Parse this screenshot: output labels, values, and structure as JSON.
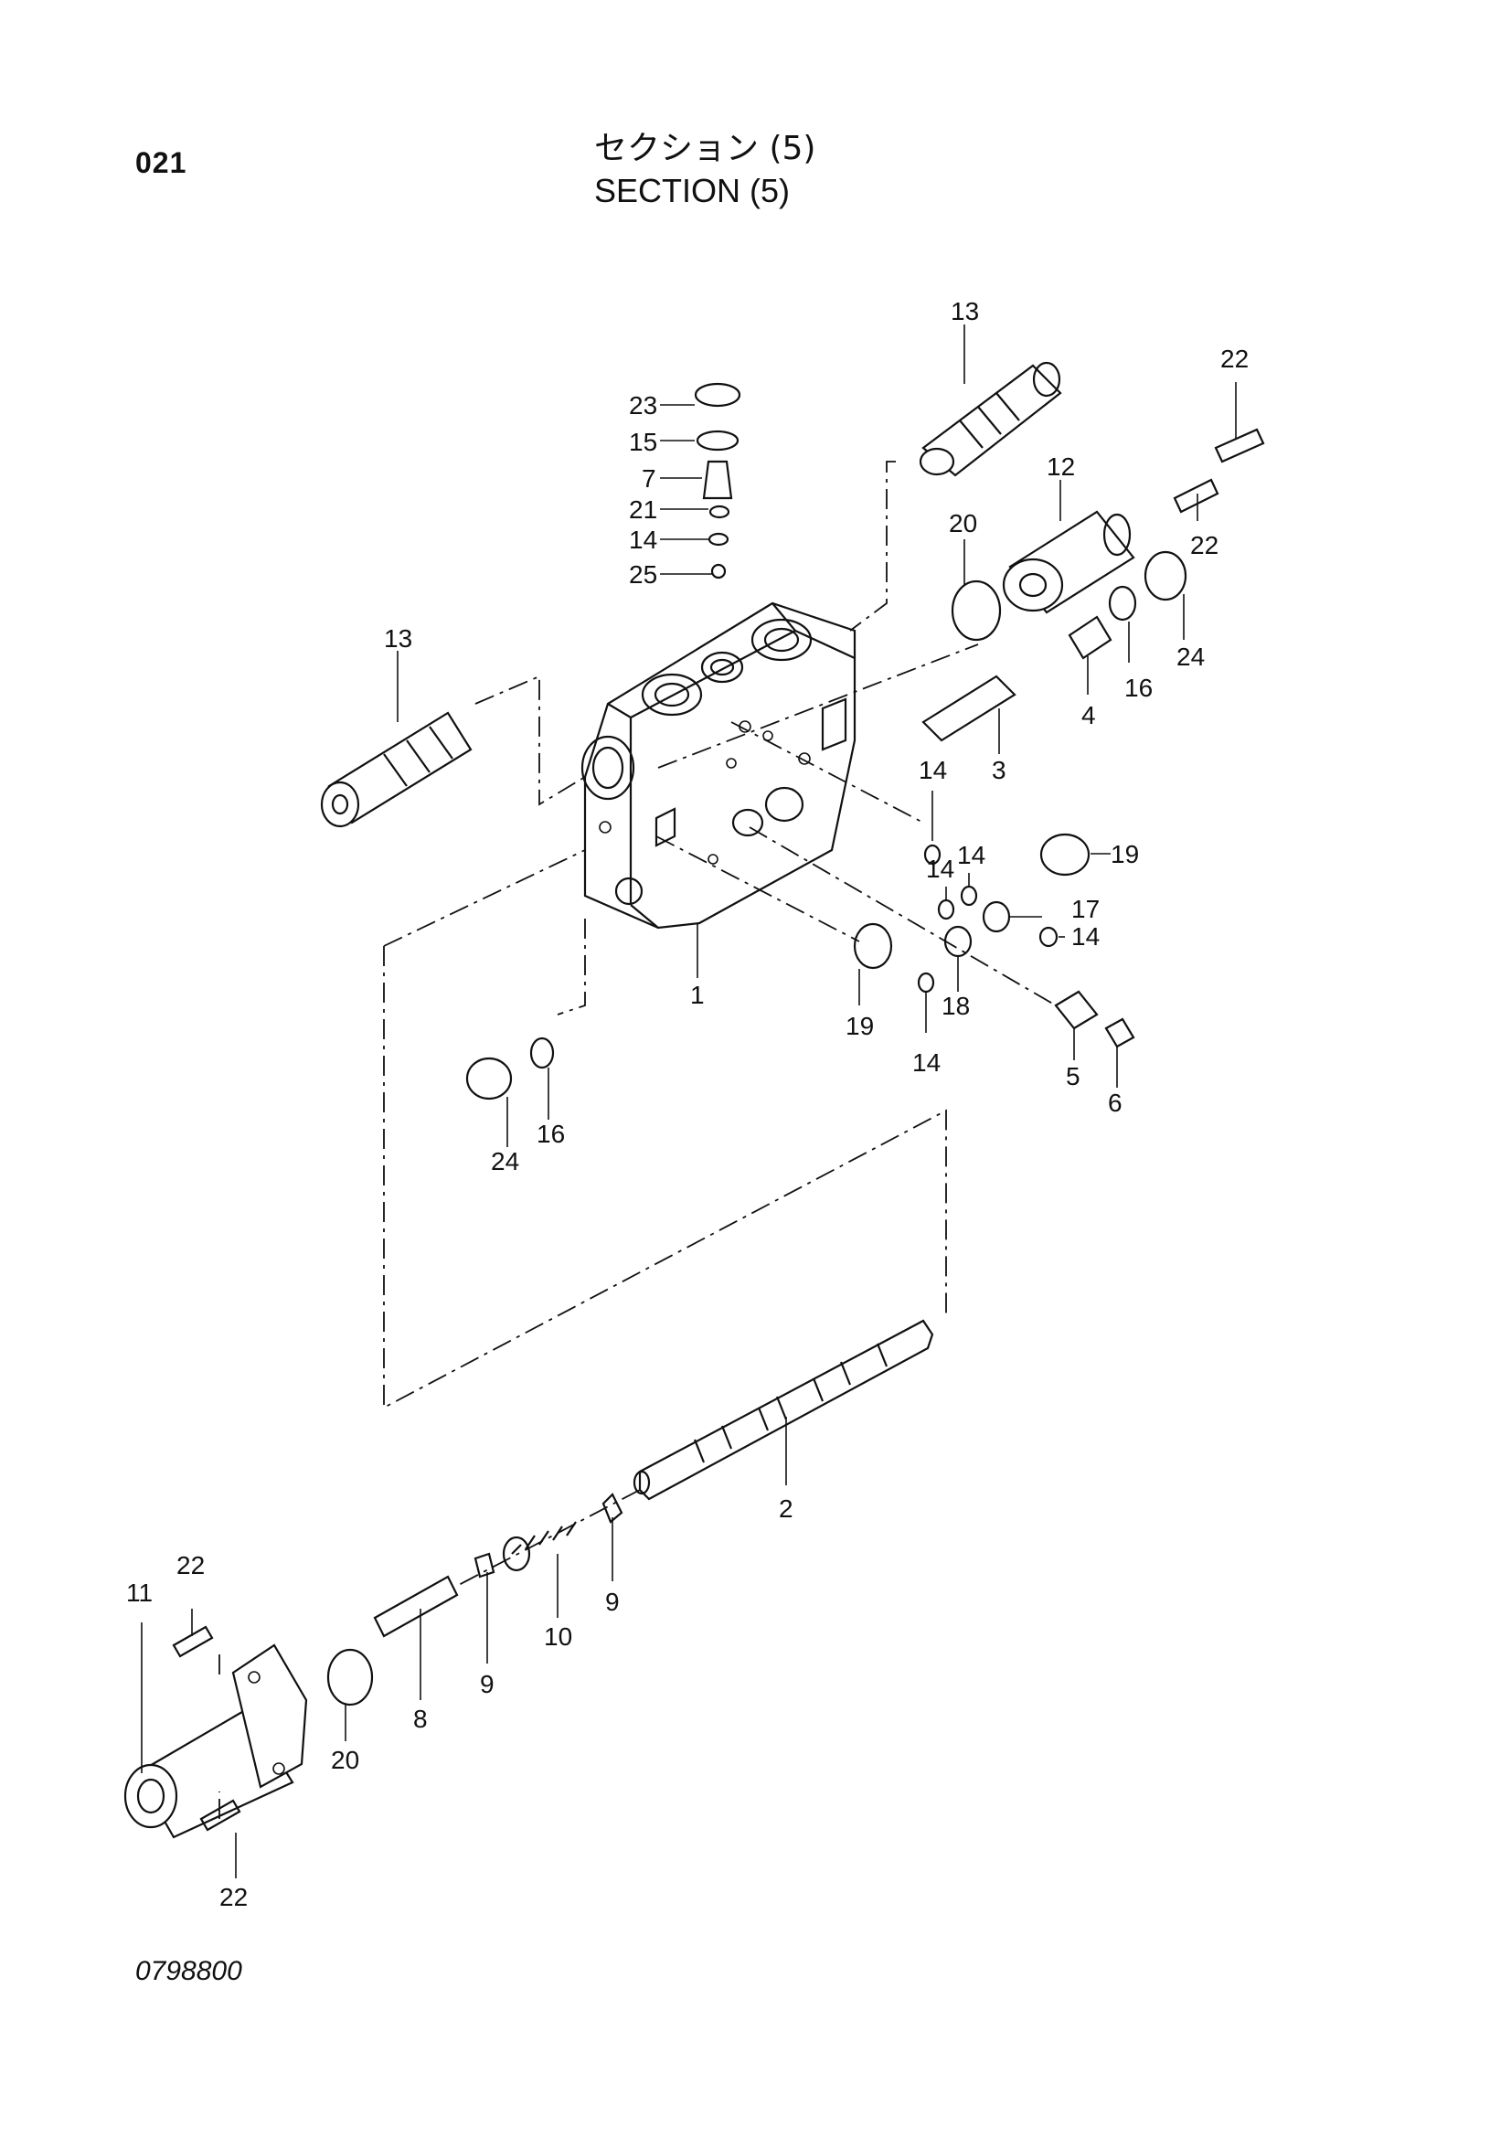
{
  "header": {
    "page_number": "021",
    "title_jp": "セクション (5)",
    "title_en": "SECTION (5)"
  },
  "footer": {
    "drawing_code": "0798800"
  },
  "callouts": [
    {
      "id": "c1",
      "label": "1"
    },
    {
      "id": "c2",
      "label": "2"
    },
    {
      "id": "c3",
      "label": "3"
    },
    {
      "id": "c4",
      "label": "4"
    },
    {
      "id": "c5",
      "label": "5"
    },
    {
      "id": "c6",
      "label": "6"
    },
    {
      "id": "c7",
      "label": "7"
    },
    {
      "id": "c8",
      "label": "8"
    },
    {
      "id": "c9a",
      "label": "9"
    },
    {
      "id": "c9b",
      "label": "9"
    },
    {
      "id": "c10",
      "label": "10"
    },
    {
      "id": "c11",
      "label": "11"
    },
    {
      "id": "c12",
      "label": "12"
    },
    {
      "id": "c13a",
      "label": "13"
    },
    {
      "id": "c13b",
      "label": "13"
    },
    {
      "id": "c14a",
      "label": "14"
    },
    {
      "id": "c14b",
      "label": "14"
    },
    {
      "id": "c14c",
      "label": "14"
    },
    {
      "id": "c14d",
      "label": "14"
    },
    {
      "id": "c14e",
      "label": "14"
    },
    {
      "id": "c14f",
      "label": "14"
    },
    {
      "id": "c15",
      "label": "15"
    },
    {
      "id": "c16a",
      "label": "16"
    },
    {
      "id": "c16b",
      "label": "16"
    },
    {
      "id": "c17",
      "label": "17"
    },
    {
      "id": "c18",
      "label": "18"
    },
    {
      "id": "c19a",
      "label": "19"
    },
    {
      "id": "c19b",
      "label": "19"
    },
    {
      "id": "c20a",
      "label": "20"
    },
    {
      "id": "c20b",
      "label": "20"
    },
    {
      "id": "c21",
      "label": "21"
    },
    {
      "id": "c22a",
      "label": "22"
    },
    {
      "id": "c22b",
      "label": "22"
    },
    {
      "id": "c22c",
      "label": "22"
    },
    {
      "id": "c22d",
      "label": "22"
    },
    {
      "id": "c23",
      "label": "23"
    },
    {
      "id": "c24a",
      "label": "24"
    },
    {
      "id": "c24b",
      "label": "24"
    },
    {
      "id": "c25",
      "label": "25"
    }
  ]
}
